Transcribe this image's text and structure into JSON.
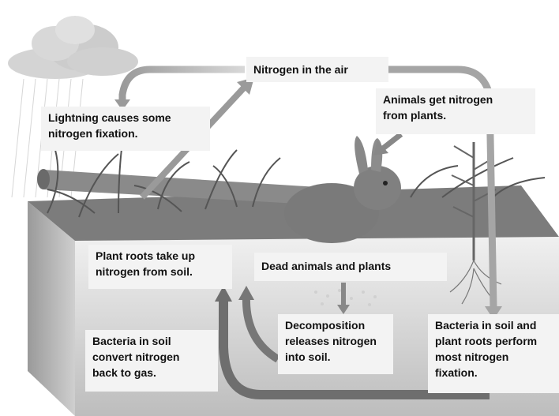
{
  "labels": {
    "air": "Nitrogen in the air",
    "lightning": "Lightning causes some\nnitrogen fixation.",
    "animals": "Animals get nitrogen\nfrom plants.",
    "roots": "Plant roots take up\nnitrogen from soil.",
    "dead": "Dead animals and plants",
    "decomposition": "Decomposition\nreleases nitrogen\ninto soil.",
    "bacteria_gas": "Bacteria in soil\nconvert nitrogen\nback to gas.",
    "bacteria_fixation": "Bacteria in soil and\nplant roots perform\nmost nitrogen\nfixation."
  },
  "colors": {
    "arrow": "#8a8a8a",
    "soil_top": "#e6e6e6",
    "soil_bottom": "#b8b8b8",
    "cloud": "#cfcfcf",
    "vegetation": "#5a5a5a",
    "rabbit": "#7a7a7a"
  }
}
